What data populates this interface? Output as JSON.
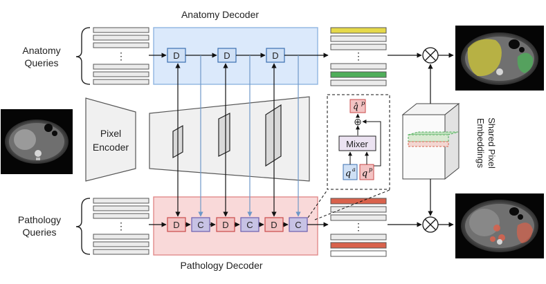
{
  "titles": {
    "anatomy_decoder": "Anatomy Decoder",
    "pathology_decoder": "Pathology Decoder"
  },
  "labels": {
    "anatomy_queries_line1": "Anatomy",
    "anatomy_queries_line2": "Queries",
    "pathology_queries_line1": "Pathology",
    "pathology_queries_line2": "Queries",
    "pixel_encoder_line1": "Pixel",
    "pixel_encoder_line2": "Encoder",
    "shared_pixel_line1": "Shared Pixel",
    "shared_pixel_line2": "Embeddings",
    "ellipsis": "⋮"
  },
  "blocks": {
    "decoder": "D",
    "cross": "C",
    "mixer": "Mixer",
    "q_anatomy": "q",
    "q_anatomy_sup": "a",
    "q_pathology": "q",
    "q_pathology_sup": "p",
    "q_hat": "q̂",
    "q_hat_sup": "p",
    "sum_symbol": "⊕",
    "times_symbol": "⊗"
  },
  "colors": {
    "anatomy_bg": "#dbe9fb",
    "anatomy_border": "#8fb5e0",
    "pathology_bg": "#f9d9d9",
    "pathology_border": "#e08a8a",
    "anatomy_yellow": "#e5d94a",
    "anatomy_green": "#4fae5a",
    "pathology_red": "#d9624c",
    "query_bar": "#ebebeb",
    "encoder_fill": "#f0f0f0",
    "arrow_blue": "#6e98c8"
  }
}
